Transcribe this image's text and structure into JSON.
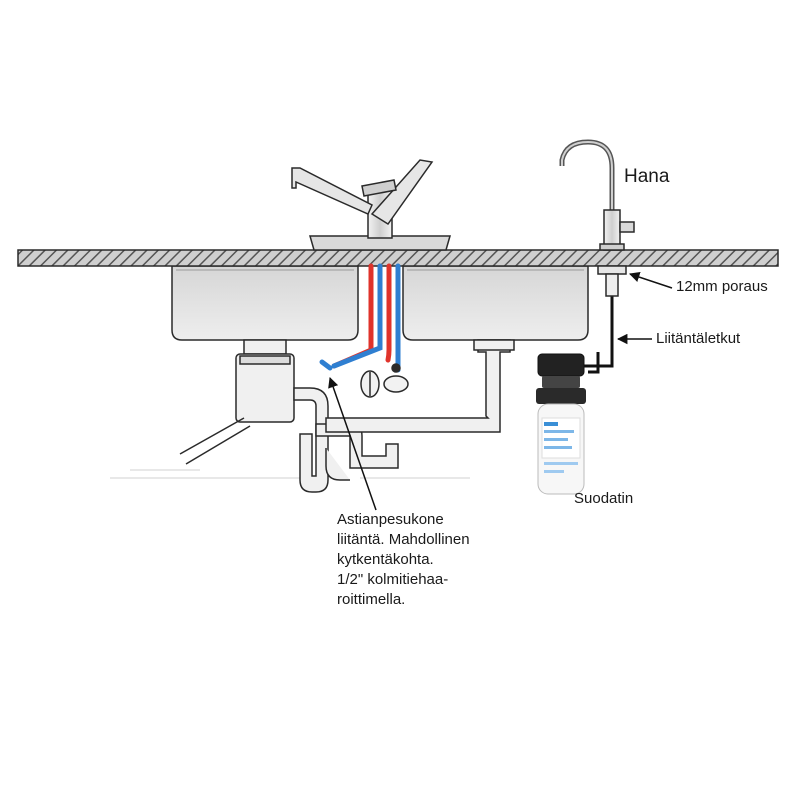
{
  "labels": {
    "faucet": "Hana",
    "drill_hole": "12mm poraus",
    "hoses": "Liitäntäletkut",
    "filter": "Suodatin",
    "dishwasher_note": [
      "Astianpesukone",
      "liitäntä. Mahdollinen",
      "kytkentäkohta.",
      "1/2\" kolmitiehaa-",
      "roittimella."
    ]
  },
  "colors": {
    "hot_pipe": "#e0332b",
    "cold_pipe": "#2f7fd1",
    "outline": "#2a2a2a",
    "sink_fill": "#e6e6e6",
    "filter_label_blue": "#3a8fd6"
  },
  "icons": {
    "faucet": "mixer-faucet-icon",
    "filter_tap": "filter-tap-icon",
    "filter": "water-filter-icon"
  }
}
